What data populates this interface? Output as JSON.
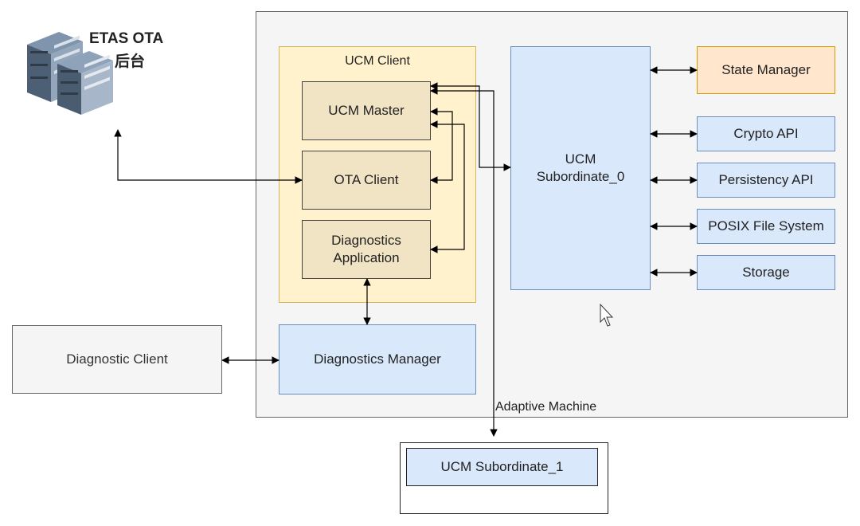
{
  "server": {
    "title": "ETAS OTA",
    "subtitle": "后台"
  },
  "adaptive_machine": {
    "label": "Adaptive Machine"
  },
  "ucm_client": {
    "label": "UCM Client",
    "ucm_master": "UCM Master",
    "ota_client": "OTA Client",
    "diag_app": "Diagnostics\nApplication"
  },
  "ucm_subordinate_0": "UCM\nSubordinate_0",
  "services": {
    "state_manager": "State Manager",
    "crypto_api": "Crypto API",
    "persistency_api": "Persistency API",
    "posix_fs": "POSIX File System",
    "storage": "Storage"
  },
  "diagnostics_manager": "Diagnostics Manager",
  "diagnostic_client": "Diagnostic Client",
  "ucm_subordinate_1": "UCM Subordinate_1",
  "colors": {
    "machine_bg": "#f5f5f5",
    "client_bg": "#fff2cc",
    "inner_bg": "#f1e4c4",
    "blue_bg": "#dae8fc",
    "orange_bg": "#ffe6cc",
    "gray_bg": "#f5f5f5",
    "line": "#000000"
  }
}
